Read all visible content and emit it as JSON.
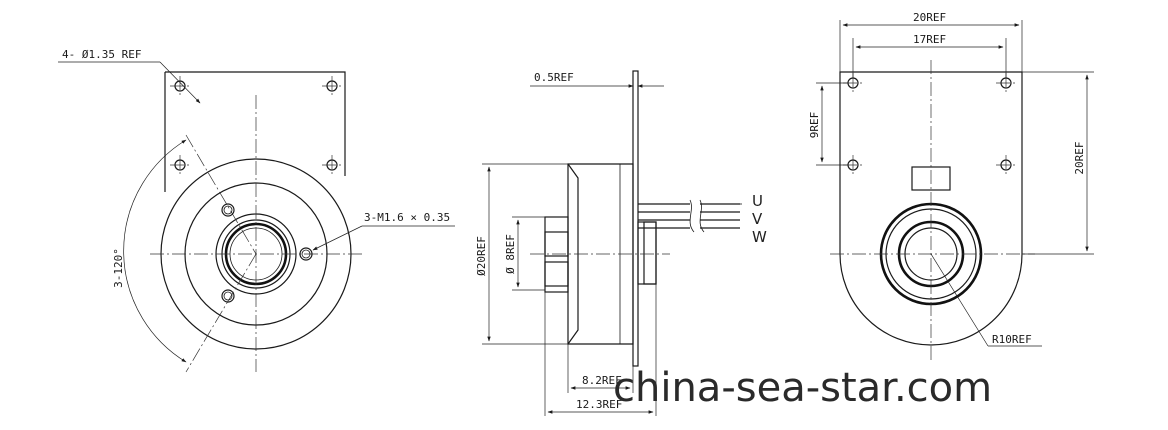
{
  "front_view": {
    "hole_note": "4- Ø1.35 REF",
    "angle_note": "3-120°",
    "thread_note": "3-M1.6 × 0.35"
  },
  "side_view": {
    "plate_thickness": "0.5REF",
    "outer_diameter": "Ø20REF",
    "bore_diameter": "Ø 8REF",
    "length_short": "8.2REF",
    "length_long": "12.3REF",
    "wires": [
      "U",
      "V",
      "W"
    ]
  },
  "rear_view": {
    "width_outer": "20REF",
    "width_holes": "17REF",
    "height_holes": "9REF",
    "height_total": "20REF",
    "radius": "R10REF"
  },
  "watermark": "china-sea-star.com"
}
